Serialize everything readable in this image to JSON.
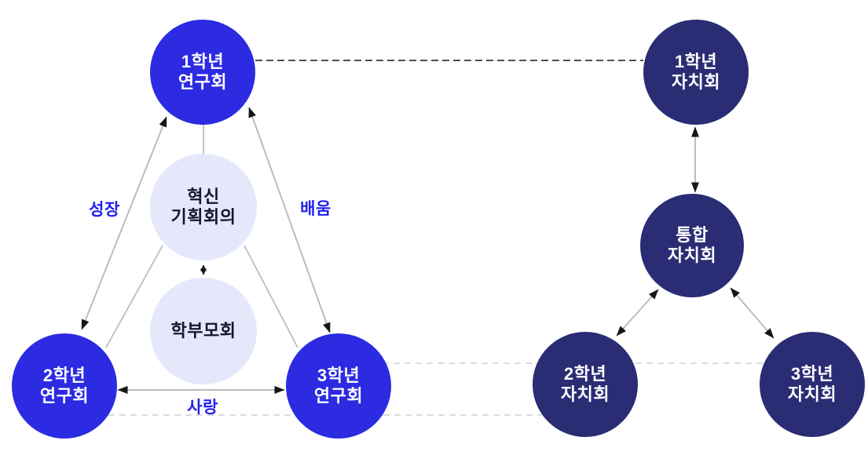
{
  "diagram": {
    "nodes": {
      "grade1_research": {
        "label": "1학년\n연구회"
      },
      "grade2_research": {
        "label": "2학년\n연구회"
      },
      "grade3_research": {
        "label": "3학년\n연구회"
      },
      "innovation_planning": {
        "label": "혁신\n기획회의"
      },
      "parents_association": {
        "label": "학부모회"
      },
      "grade1_council": {
        "label": "1학년\n자치회"
      },
      "integrated_council": {
        "label": "통합\n자치회"
      },
      "grade2_council": {
        "label": "2학년\n자치회"
      },
      "grade3_council": {
        "label": "3학년\n자치회"
      }
    },
    "edge_labels": {
      "growth": "성장",
      "learning": "배움",
      "love": "사랑"
    },
    "colors": {
      "bright_blue": "#2C2BE2",
      "navy": "#2A2C74",
      "lavender": "#E5E7FB",
      "hub_text": "#16162A",
      "label_blue": "#2222EE",
      "line_gray": "#BDBDBD",
      "arrow_black": "#161616",
      "light_dash": "#CFCFCF"
    }
  }
}
